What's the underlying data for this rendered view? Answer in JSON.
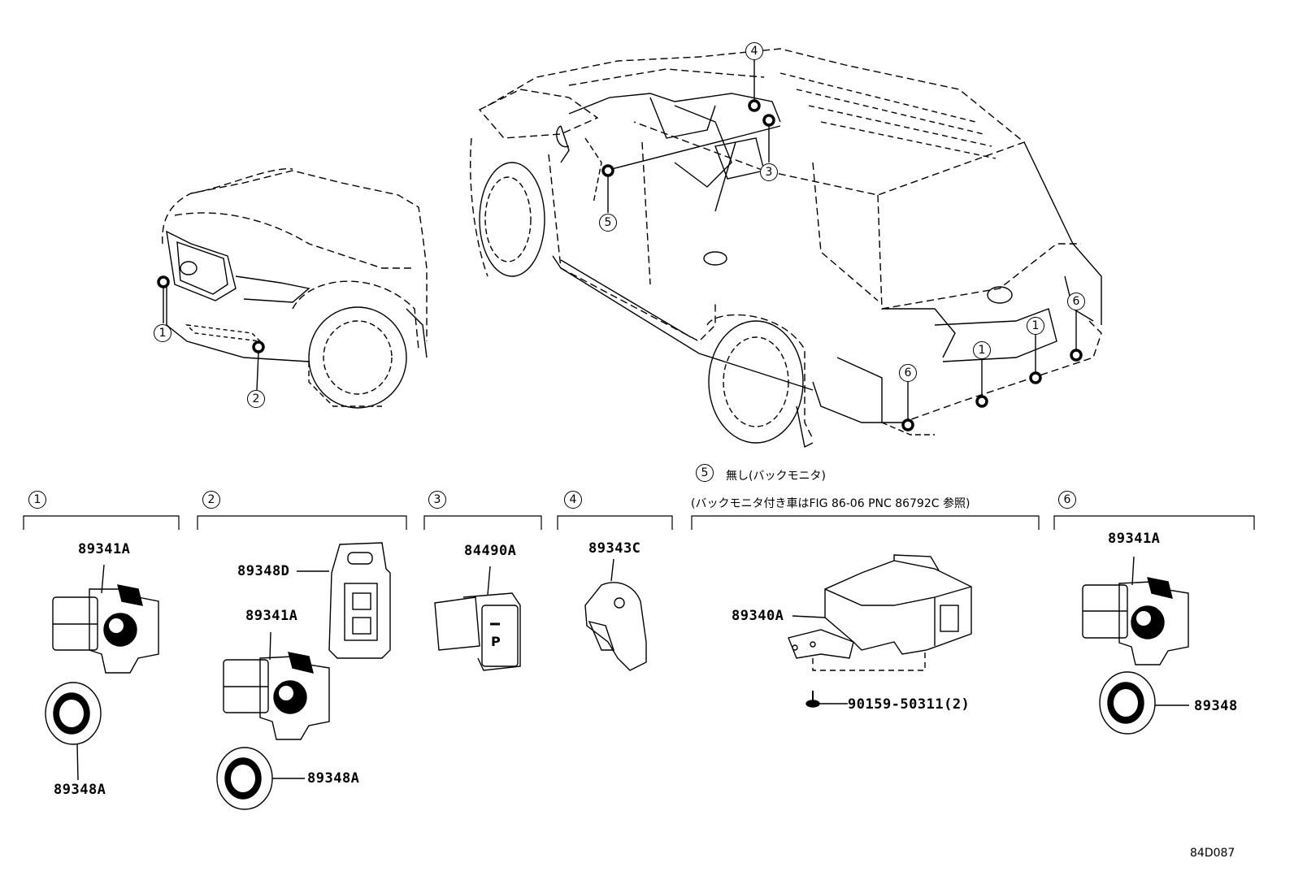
{
  "callouts": {
    "c1a": "1",
    "c2a": "2",
    "c3a": "3",
    "c4a": "4",
    "c5a": "5",
    "c6a": "6",
    "c1b": "1",
    "c1c": "1",
    "c6b": "6"
  },
  "groups": {
    "g1": {
      "num": "1"
    },
    "g2": {
      "num": "2"
    },
    "g3": {
      "num": "3"
    },
    "g4": {
      "num": "4"
    },
    "g5": {
      "num": "5",
      "note1": "無し(バックモニタ)",
      "note2": "(バックモニタ付き車はFIG 86-06 PNC 86792C 参照)"
    },
    "g6": {
      "num": "6"
    }
  },
  "parts": {
    "p1_sensor": "89341A",
    "p1_retainer": "89348A",
    "p2_bracket": "89348D",
    "p2_sensor": "89341A",
    "p2_retainer": "89348A",
    "p3_switch": "84490A",
    "p4_buzzer": "89343C",
    "p5_computer": "89340A",
    "p5_screw": "90159-50311(2)",
    "p6_sensor": "89341A",
    "p6_retainer": "89348"
  },
  "switch_mark": "P",
  "diagram_code": "84D087"
}
